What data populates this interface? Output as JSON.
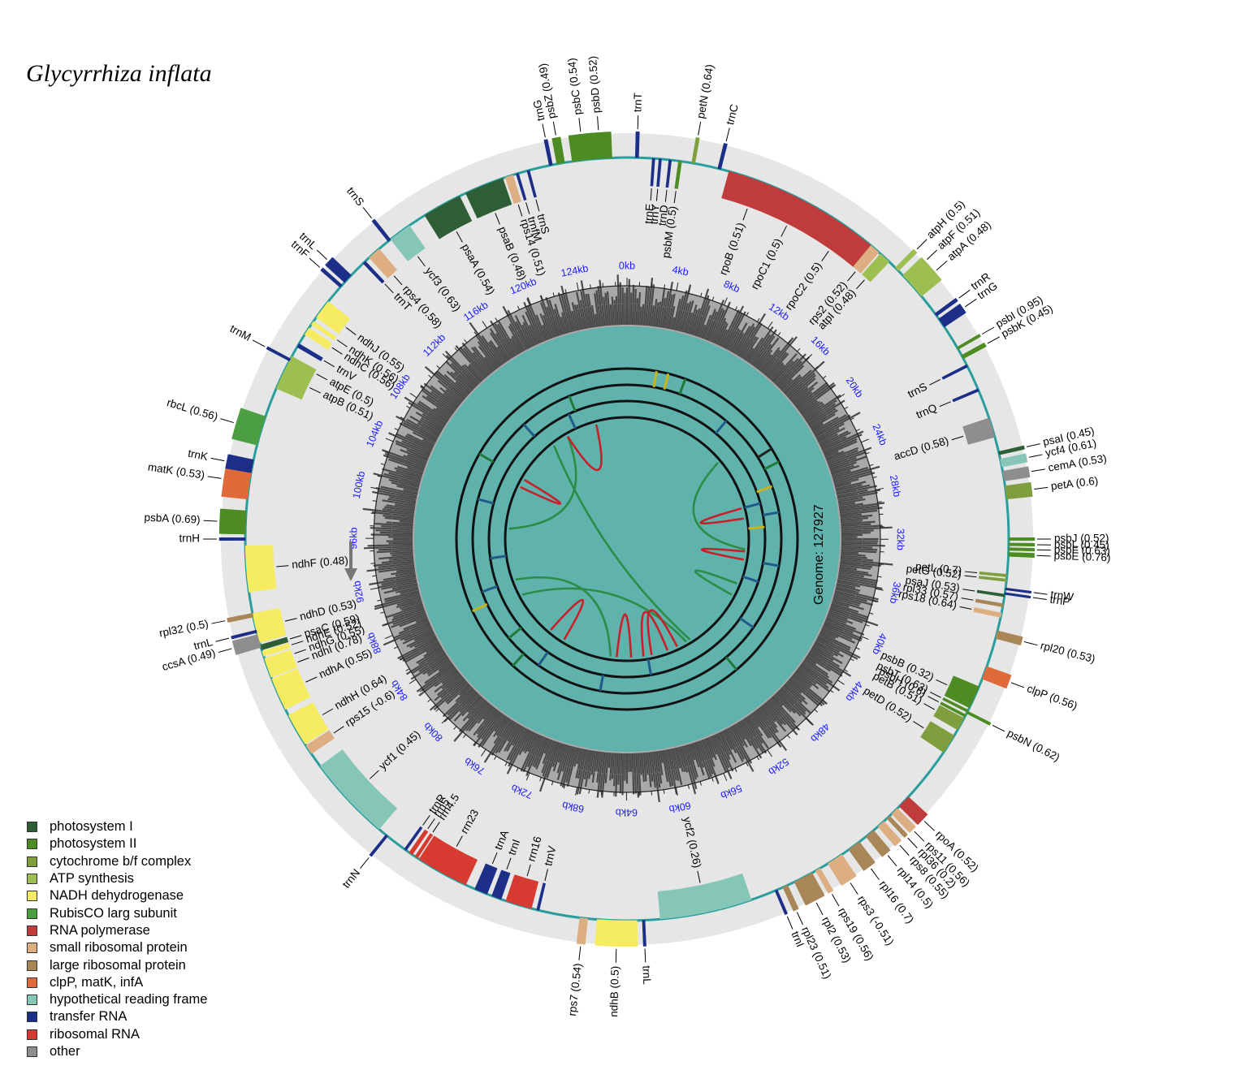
{
  "title": "Glycyrrhiza inflata",
  "genome_label": "Genome: 127927",
  "genome_length": 127927,
  "tick_labels": [
    "0kb",
    "4kb",
    "8kb",
    "12kb",
    "16kb",
    "20kb",
    "24kb",
    "28kb",
    "32kb",
    "36kb",
    "40kb",
    "44kb",
    "48kb",
    "52kb",
    "56kb",
    "60kb",
    "64kb",
    "68kb",
    "72kb",
    "76kb",
    "80kb",
    "84kb",
    "88kb",
    "92kb",
    "96kb",
    "100kb",
    "104kb",
    "108kb",
    "112kb",
    "116kb",
    "120kb",
    "124kb"
  ],
  "colors": {
    "ps1": "#2d5e35",
    "ps2": "#4c8c22",
    "cytb6f": "#7f9e3e",
    "atp": "#9dbf52",
    "ndh": "#f6ec62",
    "rbcl": "#4c9e42",
    "rnapol": "#c03b3b",
    "ssu": "#dcae82",
    "lsu": "#a98658",
    "clp": "#e06a3a",
    "ycf": "#86c6b6",
    "trna": "#1c2e88",
    "rrna": "#d63a30",
    "other": "#8e8e8e"
  },
  "legend": [
    {
      "label": "photosystem I",
      "key": "ps1"
    },
    {
      "label": "photosystem II",
      "key": "ps2"
    },
    {
      "label": "cytochrome b/f complex",
      "key": "cytb6f"
    },
    {
      "label": "ATP synthesis",
      "key": "atp"
    },
    {
      "label": "NADH dehydrogenase",
      "key": "ndh"
    },
    {
      "label": "RubisCO larg subunit",
      "key": "rbcl"
    },
    {
      "label": "RNA polymerase",
      "key": "rnapol"
    },
    {
      "label": "small ribosomal protein",
      "key": "ssu"
    },
    {
      "label": "large ribosomal protein",
      "key": "lsu"
    },
    {
      "label": "clpP, matK, infA",
      "key": "clp"
    },
    {
      "label": "hypothetical reading frame",
      "key": "ycf"
    },
    {
      "label": "transfer RNA",
      "key": "trna"
    },
    {
      "label": "ribosomal RNA",
      "key": "rrna"
    },
    {
      "label": "other",
      "key": "other"
    }
  ],
  "genes": [
    {
      "name": "psbZ (0.49)",
      "key": "ps2",
      "angle": -10,
      "span": 1.2,
      "strand": "out"
    },
    {
      "name": "trnG",
      "key": "trna",
      "angle": -11.5,
      "span": 0.5,
      "strand": "out"
    },
    {
      "name": "psbC (0.54)",
      "key": "ps2",
      "angle": -6.5,
      "span": 3.5,
      "strand": "out"
    },
    {
      "name": "psbD (0.52)",
      "key": "ps2",
      "angle": -4,
      "span": 3.5,
      "strand": "out"
    },
    {
      "name": "trnT",
      "key": "trna",
      "angle": 1.5,
      "span": 0.5,
      "strand": "out"
    },
    {
      "name": "petN (0.64)",
      "key": "cytb6f",
      "angle": 10,
      "span": 0.5,
      "strand": "out"
    },
    {
      "name": "trnC",
      "key": "trna",
      "angle": 14,
      "span": 0.5,
      "strand": "out"
    },
    {
      "name": "trnE",
      "key": "trna",
      "angle": 4,
      "span": 0.4,
      "strand": "in"
    },
    {
      "name": "trnY",
      "key": "trna",
      "angle": 5,
      "span": 0.4,
      "strand": "in"
    },
    {
      "name": "trnD",
      "key": "trna",
      "angle": 6.5,
      "span": 0.4,
      "strand": "in"
    },
    {
      "name": "psbM (0.5)",
      "key": "ps2",
      "angle": 8,
      "span": 0.5,
      "strand": "in"
    },
    {
      "name": "rpoB (0.51)",
      "key": "rnapol",
      "angle": 20,
      "span": 9,
      "strand": "in"
    },
    {
      "name": "rpoC1 (0.5)",
      "key": "rnapol",
      "angle": 27,
      "span": 6,
      "strand": "in"
    },
    {
      "name": "rpoC2 (0.5)",
      "key": "rnapol",
      "angle": 35,
      "span": 10,
      "strand": "in"
    },
    {
      "name": "rps2 (0.52)",
      "key": "ssu",
      "angle": 40.5,
      "span": 1.6,
      "strand": "in"
    },
    {
      "name": "atpI (0.48)",
      "key": "atp",
      "angle": 42.5,
      "span": 1.8,
      "strand": "in"
    },
    {
      "name": "atpH (0.5)",
      "key": "atp",
      "angle": 45,
      "span": 0.7,
      "strand": "out"
    },
    {
      "name": "atpF (0.51)",
      "key": "atp",
      "angle": 47,
      "span": 1.5,
      "strand": "out"
    },
    {
      "name": "atpA (0.48)",
      "key": "atp",
      "angle": 49,
      "span": 3,
      "strand": "out"
    },
    {
      "name": "trnR",
      "key": "trna",
      "angle": 54,
      "span": 0.5,
      "strand": "out"
    },
    {
      "name": "trnG",
      "key": "trna",
      "angle": 55.5,
      "span": 1.5,
      "strand": "out"
    },
    {
      "name": "psbI (0.95)",
      "key": "ps2",
      "angle": 60,
      "span": 0.4,
      "strand": "out"
    },
    {
      "name": "psbK (0.45)",
      "key": "ps2",
      "angle": 61.5,
      "span": 0.6,
      "strand": "out"
    },
    {
      "name": "trnS",
      "key": "trna",
      "angle": 63,
      "span": 0.4,
      "strand": "in"
    },
    {
      "name": "trnQ",
      "key": "trna",
      "angle": 67,
      "span": 0.4,
      "strand": "in"
    },
    {
      "name": "accD (0.58)",
      "key": "other",
      "angle": 73,
      "span": 3,
      "strand": "in"
    },
    {
      "name": "psaI (0.45)",
      "key": "ps1",
      "angle": 77,
      "span": 0.5,
      "strand": "out"
    },
    {
      "name": "ycf4 (0.61)",
      "key": "ycf",
      "angle": 78.5,
      "span": 1.2,
      "strand": "out"
    },
    {
      "name": "cemA (0.53)",
      "key": "other",
      "angle": 80.5,
      "span": 1.5,
      "strand": "out"
    },
    {
      "name": "petA (0.6)",
      "key": "cytb6f",
      "angle": 83,
      "span": 2,
      "strand": "out"
    },
    {
      "name": "psbJ (0.52)",
      "key": "ps2",
      "angle": 90,
      "span": 0.4,
      "strand": "out"
    },
    {
      "name": "psbL (0.45)",
      "key": "ps2",
      "angle": 90.8,
      "span": 0.4,
      "strand": "out"
    },
    {
      "name": "psbF (0.63)",
      "key": "ps2",
      "angle": 91.5,
      "span": 0.4,
      "strand": "out"
    },
    {
      "name": "psbE (0.76)",
      "key": "ps2",
      "angle": 92.3,
      "span": 0.6,
      "strand": "out"
    },
    {
      "name": "petL (0.7)",
      "key": "cytb6f",
      "angle": 95.5,
      "span": 0.4,
      "strand": "in"
    },
    {
      "name": "petG (0.52)",
      "key": "cytb6f",
      "angle": 96.2,
      "span": 0.4,
      "strand": "in"
    },
    {
      "name": "psaJ (0.53)",
      "key": "ps1",
      "angle": 98.5,
      "span": 0.4,
      "strand": "in"
    },
    {
      "name": "rpl33 (0.57)",
      "key": "lsu",
      "angle": 100,
      "span": 0.5,
      "strand": "in"
    },
    {
      "name": "rps18 (0.64)",
      "key": "ssu",
      "angle": 101.5,
      "span": 0.7,
      "strand": "in"
    },
    {
      "name": "trnW",
      "key": "trna",
      "angle": 97.5,
      "span": 0.3,
      "strand": "out"
    },
    {
      "name": "trnP",
      "key": "trna",
      "angle": 98.2,
      "span": 0.3,
      "strand": "out"
    },
    {
      "name": "rpl20 (0.53)",
      "key": "lsu",
      "angle": 104.5,
      "span": 1.2,
      "strand": "out"
    },
    {
      "name": "clpP (0.56)",
      "key": "clp",
      "angle": 110.5,
      "span": 2,
      "strand": "out"
    },
    {
      "name": "psbB (0.32)",
      "key": "ps2",
      "angle": 114.5,
      "span": 3.5,
      "strand": "in"
    },
    {
      "name": "psbT (0.63)",
      "key": "ps2",
      "angle": 116.8,
      "span": 0.4,
      "strand": "in"
    },
    {
      "name": "psbH (0.6)",
      "key": "ps2",
      "angle": 117.6,
      "span": 0.4,
      "strand": "in"
    },
    {
      "name": "petB (0.51)",
      "key": "cytb6f",
      "angle": 119,
      "span": 2,
      "strand": "in"
    },
    {
      "name": "psbN (0.62)",
      "key": "ps2",
      "angle": 117,
      "span": 0.4,
      "strand": "out"
    },
    {
      "name": "petD (0.52)",
      "key": "cytb6f",
      "angle": 122.5,
      "span": 3,
      "strand": "in"
    },
    {
      "name": "rpoA (0.52)",
      "key": "rnapol",
      "angle": 133.5,
      "span": 2,
      "strand": "out"
    },
    {
      "name": "rps11 (0.56)",
      "key": "ssu",
      "angle": 135.5,
      "span": 1.2,
      "strand": "out"
    },
    {
      "name": "rpl36 (0.2)",
      "key": "lsu",
      "angle": 136.8,
      "span": 0.6,
      "strand": "out"
    },
    {
      "name": "rps8 (0.55)",
      "key": "ssu",
      "angle": 138.3,
      "span": 1.2,
      "strand": "out"
    },
    {
      "name": "rpl14 (0.5)",
      "key": "lsu",
      "angle": 140.5,
      "span": 1.5,
      "strand": "out"
    },
    {
      "name": "rpl16 (0.7)",
      "key": "lsu",
      "angle": 143.5,
      "span": 2,
      "strand": "out"
    },
    {
      "name": "rps3 (-0.51)",
      "key": "ssu",
      "angle": 147,
      "span": 2.5,
      "strand": "out"
    },
    {
      "name": "rps19 (0.56)",
      "key": "ssu",
      "angle": 150,
      "span": 0.8,
      "strand": "out"
    },
    {
      "name": "rpl2 (0.53)",
      "key": "lsu",
      "angle": 152.5,
      "span": 3,
      "strand": "out"
    },
    {
      "name": "rpl23 (0.51)",
      "key": "lsu",
      "angle": 155.5,
      "span": 0.8,
      "strand": "out"
    },
    {
      "name": "trnI",
      "key": "trna",
      "angle": 157,
      "span": 0.4,
      "strand": "out"
    },
    {
      "name": "ycf2 (0.26)",
      "key": "ycf",
      "angle": 168,
      "span": 14,
      "strand": "in"
    },
    {
      "name": "trnL",
      "key": "trna",
      "angle": 177.5,
      "span": 0.4,
      "strand": "out"
    },
    {
      "name": "ndhB (0.5)",
      "key": "ndh",
      "angle": 181.5,
      "span": 6,
      "strand": "out"
    },
    {
      "name": "rps7 (0.54)",
      "key": "ssu",
      "angle": 186.5,
      "span": 1.2,
      "strand": "out"
    },
    {
      "name": "trnV",
      "key": "trna",
      "angle": 193.5,
      "span": 0.4,
      "strand": "in"
    },
    {
      "name": "rrn16",
      "key": "rrna",
      "angle": 196.5,
      "span": 4,
      "strand": "in"
    },
    {
      "name": "trnI",
      "key": "trna",
      "angle": 200,
      "span": 1.5,
      "strand": "in"
    },
    {
      "name": "trnA",
      "key": "trna",
      "angle": 202.5,
      "span": 2,
      "strand": "in"
    },
    {
      "name": "rrn23",
      "key": "rrna",
      "angle": 209,
      "span": 8,
      "strand": "in"
    },
    {
      "name": "rrn4.5",
      "key": "rrna",
      "angle": 213.5,
      "span": 0.5,
      "strand": "in"
    },
    {
      "name": "rrn5",
      "key": "rrna",
      "angle": 214.5,
      "span": 0.6,
      "strand": "in"
    },
    {
      "name": "trnR",
      "key": "trna",
      "angle": 215.5,
      "span": 0.4,
      "strand": "in"
    },
    {
      "name": "trnN",
      "key": "trna",
      "angle": 219,
      "span": 0.4,
      "strand": "out"
    },
    {
      "name": "ycf1 (0.45)",
      "key": "ycf",
      "angle": 227,
      "span": 13,
      "strand": "in"
    },
    {
      "name": "rps15 (-0.6)",
      "key": "ssu",
      "angle": 236.5,
      "span": 1.5,
      "strand": "in"
    },
    {
      "name": "ndhH (0.64)",
      "key": "ndh",
      "angle": 240,
      "span": 5,
      "strand": "in"
    },
    {
      "name": "ndhA (0.55)",
      "key": "ndh",
      "angle": 246,
      "span": 5,
      "strand": "in"
    },
    {
      "name": "ndhI (0.78)",
      "key": "ndh",
      "angle": 249.5,
      "span": 1.5,
      "strand": "in"
    },
    {
      "name": "ndhG (0.55)",
      "key": "ndh",
      "angle": 251,
      "span": 1.5,
      "strand": "in"
    },
    {
      "name": "ndhE (0.52)",
      "key": "ndh",
      "angle": 252.5,
      "span": 0.8,
      "strand": "in"
    },
    {
      "name": "psaC (0.59)",
      "key": "ps1",
      "angle": 253.5,
      "span": 0.8,
      "strand": "in"
    },
    {
      "name": "ndhD (0.53)",
      "key": "ndh",
      "angle": 256.5,
      "span": 4.5,
      "strand": "in"
    },
    {
      "name": "ccsA (0.49)",
      "key": "other",
      "angle": 254.5,
      "span": 2,
      "strand": "out"
    },
    {
      "name": "trnL",
      "key": "trna",
      "angle": 256,
      "span": 0.4,
      "strand": "out"
    },
    {
      "name": "rpl32 (0.5)",
      "key": "lsu",
      "angle": 258.5,
      "span": 0.6,
      "strand": "out"
    },
    {
      "name": "ndhF (0.48)",
      "key": "ndh",
      "angle": 265.5,
      "span": 7,
      "strand": "in"
    },
    {
      "name": "trnH",
      "key": "trna",
      "angle": 270,
      "span": 0.4,
      "strand": "out"
    },
    {
      "name": "psbA (0.69)",
      "key": "ps2",
      "angle": 272.5,
      "span": 3.5,
      "strand": "out"
    },
    {
      "name": "matK (0.53)",
      "key": "clp",
      "angle": 278.5,
      "span": 5,
      "strand": "out"
    },
    {
      "name": "trnK",
      "key": "trna",
      "angle": 281,
      "span": 2,
      "strand": "out"
    },
    {
      "name": "rbcL (0.56)",
      "key": "rbcl",
      "angle": 286.5,
      "span": 4.5,
      "strand": "out"
    },
    {
      "name": "atpB (0.51)",
      "key": "atp",
      "angle": 295.5,
      "span": 4.5,
      "strand": "in"
    },
    {
      "name": "atpE (0.5)",
      "key": "atp",
      "angle": 298,
      "span": 1.2,
      "strand": "in"
    },
    {
      "name": "trnV",
      "key": "trna",
      "angle": 300.5,
      "span": 0.6,
      "strand": "in"
    },
    {
      "name": "trnM",
      "key": "trna",
      "angle": 298,
      "span": 0.4,
      "strand": "out"
    },
    {
      "name": "ndhC (0.56)",
      "key": "ndh",
      "angle": 303,
      "span": 1.2,
      "strand": "in"
    },
    {
      "name": "ndhK (0.56)",
      "key": "ndh",
      "angle": 304.5,
      "span": 0.6,
      "strand": "in"
    },
    {
      "name": "ndhJ (0.55)",
      "key": "ndh",
      "angle": 307,
      "span": 3,
      "strand": "in"
    },
    {
      "name": "trnF",
      "key": "trna",
      "angle": 311.5,
      "span": 0.5,
      "strand": "out"
    },
    {
      "name": "trnL",
      "key": "trna",
      "angle": 313,
      "span": 1.5,
      "strand": "out"
    },
    {
      "name": "trnT",
      "key": "trna",
      "angle": 316.5,
      "span": 0.5,
      "strand": "in"
    },
    {
      "name": "rps4 (0.58)",
      "key": "ssu",
      "angle": 318.5,
      "span": 2,
      "strand": "in"
    },
    {
      "name": "trnS",
      "key": "trna",
      "angle": 321.5,
      "span": 0.5,
      "strand": "out"
    },
    {
      "name": "ycf3 (0.63)",
      "key": "ycf",
      "angle": 323.5,
      "span": 3.5,
      "strand": "in"
    },
    {
      "name": "psaA (0.54)",
      "key": "ps1",
      "angle": 331,
      "span": 6,
      "strand": "in"
    },
    {
      "name": "psaB (0.48)",
      "key": "ps1",
      "angle": 338,
      "span": 6,
      "strand": "in"
    },
    {
      "name": "rps14 (0.51)",
      "key": "ssu",
      "angle": 342,
      "span": 1.2,
      "strand": "in"
    },
    {
      "name": "trnfM",
      "key": "trna",
      "angle": 343.3,
      "span": 0.4,
      "strand": "in"
    },
    {
      "name": "trnS",
      "key": "trna",
      "angle": 345,
      "span": 0.4,
      "strand": "in"
    }
  ]
}
